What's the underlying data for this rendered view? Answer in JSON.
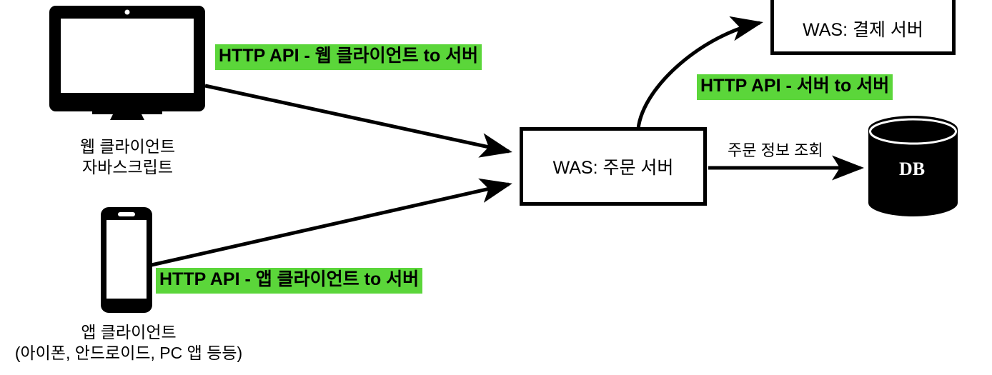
{
  "diagram": {
    "title": "HTTP API communication architecture",
    "colors": {
      "highlight_green": "#5BD63A",
      "stroke_black": "#000000",
      "background_white": "#FFFFFF"
    },
    "nodes": {
      "web_client": {
        "icon": "desktop-monitor-icon",
        "caption_line1": "웹 클라이언트",
        "caption_line2": "자바스크립트"
      },
      "app_client": {
        "icon": "mobile-phone-icon",
        "caption_line1": "앱 클라이언트",
        "caption_line2": "(아이폰, 안드로이드, PC 앱 등등)"
      },
      "order_server": {
        "label": "WAS: 주문 서버"
      },
      "payment_server": {
        "label": "WAS: 결제 서버"
      },
      "database": {
        "icon": "database-cylinder-icon",
        "label": "DB"
      }
    },
    "edges": {
      "web_to_order": {
        "label": "HTTP API - 웹 클라이언트 to 서버",
        "style": "highlighted"
      },
      "app_to_order": {
        "label": "HTTP API - 앱 클라이언트 to 서버",
        "style": "highlighted"
      },
      "order_to_payment": {
        "label": "HTTP API - 서버 to 서버",
        "style": "highlighted"
      },
      "order_to_db": {
        "label": "주문 정보 조회",
        "style": "plain"
      }
    }
  }
}
